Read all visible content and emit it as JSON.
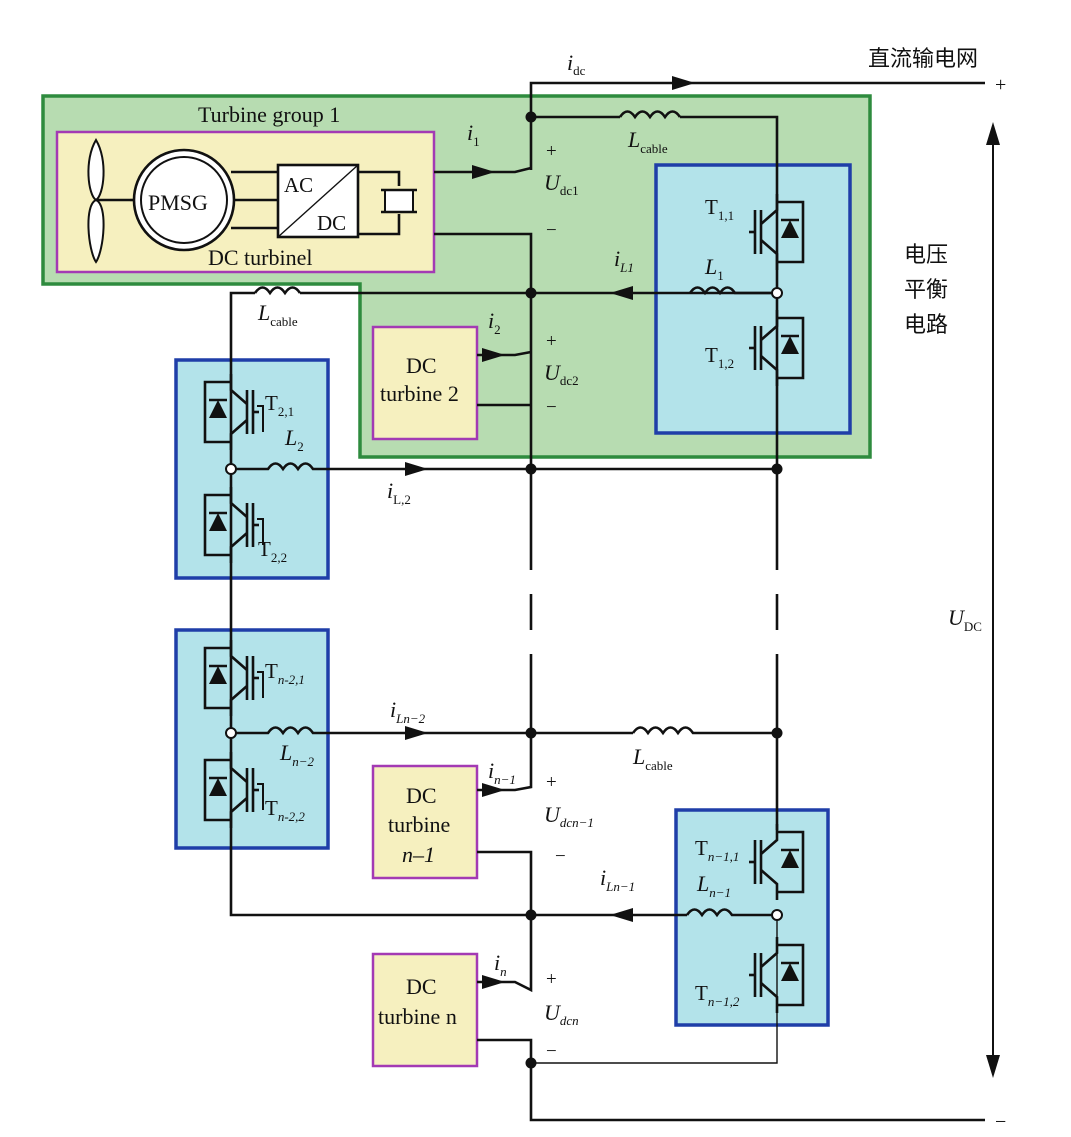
{
  "grid_label": "直流输电网",
  "plus_sign": "+",
  "minus_sign": "−",
  "balance_circuit_label": [
    "电压",
    "平衡",
    "电路"
  ],
  "group1": {
    "title": "Turbine group 1",
    "pmsg": "PMSG",
    "conv_ac": "AC",
    "conv_dc": "DC",
    "turbine_label": "DC turbinel"
  },
  "turbines": {
    "t2": [
      "DC",
      "turbine 2"
    ],
    "tn1": [
      "DC",
      "turbine",
      "n–1"
    ],
    "tn": [
      "DC",
      "turbine n"
    ]
  },
  "labels": {
    "i": "i",
    "L": "L",
    "U": "U",
    "T": "T",
    "sub_dc": "dc",
    "sub_1": "1",
    "sub_2": "2",
    "sub_n": "n",
    "sub_n1": "n−1",
    "sub_dc1": "dc1",
    "sub_dc2": "dc2",
    "sub_dcn1": "dcn−1",
    "sub_dcn": "dcn",
    "sub_cable": "cable",
    "sub_L1": "L1",
    "sub_L2": "L,2",
    "sub_Ln2": "Ln−2",
    "sub_Ln1": "Ln−1",
    "sub_l_n2": "n−2",
    "sub_l_n1": "n−1",
    "sub_DC": "DC",
    "sub_T11": "1,1",
    "sub_T12": "1,2",
    "sub_T21": "2,1",
    "sub_T22": "2,2",
    "sub_Tn21": "n-2,1",
    "sub_Tn22": "n-2,2",
    "sub_Tn11": "n−1,1",
    "sub_Tn12": "n−1,2"
  }
}
